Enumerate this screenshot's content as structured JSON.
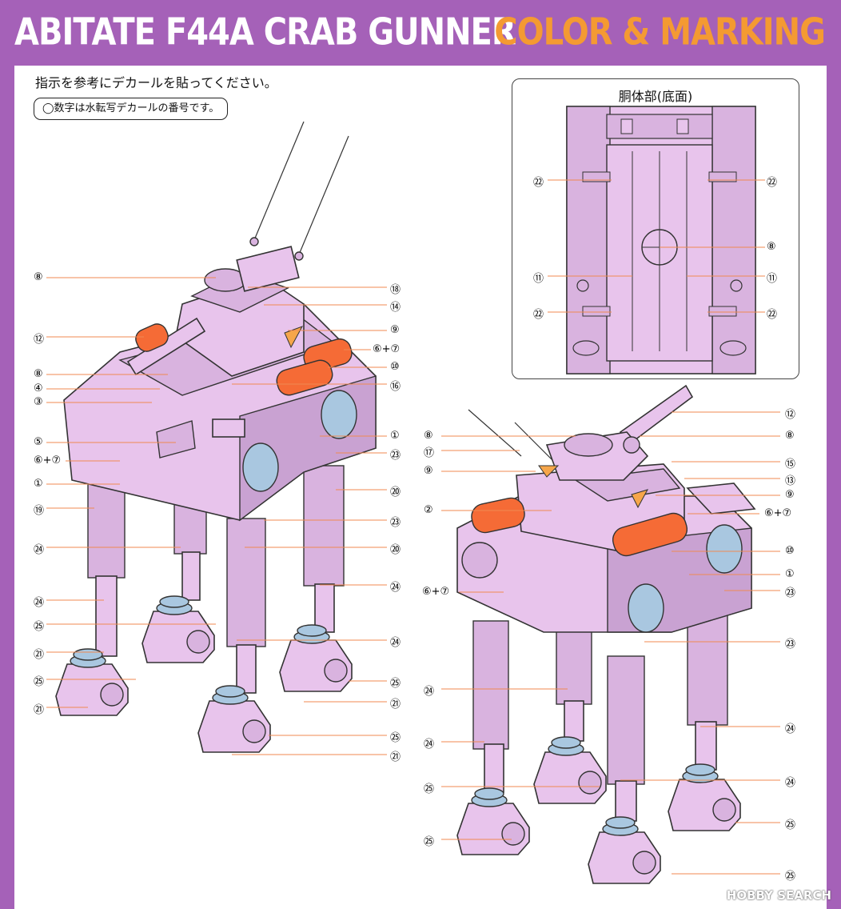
{
  "header": {
    "title": "ABITATE F44A CRAB GUNNER",
    "subtitle": "COLOR & MARKING"
  },
  "instructions": {
    "main": "指示を参考にデカールを貼ってください。",
    "note": "◯数字は水転写デカールの番号です。"
  },
  "inset": {
    "title": "胴体部(底面)",
    "labels": [
      "㉒",
      "㉒",
      "⑧",
      "⑪",
      "⑪",
      "㉒",
      "㉒"
    ]
  },
  "left_view": {
    "left_labels": [
      "⑧",
      "⑫",
      "⑧",
      "④",
      "③",
      "⑤",
      "⑥+⑦",
      "①",
      "⑲",
      "㉔",
      "㉔",
      "㉕",
      "㉑",
      "㉕",
      "㉑"
    ],
    "right_labels": [
      "⑱",
      "⑭",
      "⑨",
      "⑥+⑦",
      "⑩",
      "⑯",
      "①",
      "㉓",
      "⑳",
      "㉓",
      "⑳",
      "㉔",
      "㉔",
      "㉕",
      "㉑",
      "㉕",
      "㉑"
    ]
  },
  "right_view": {
    "left_labels": [
      "⑧",
      "⑰",
      "⑨",
      "②",
      "⑥+⑦",
      "㉔",
      "㉔",
      "㉕",
      "㉕"
    ],
    "right_labels": [
      "⑫",
      "⑧",
      "⑮",
      "⑬",
      "⑨",
      "⑥+⑦",
      "⑩",
      "①",
      "㉓",
      "㉓",
      "㉔",
      "㉔",
      "㉕",
      "㉕"
    ]
  },
  "watermark": "HOBBY SEARCH",
  "colors": {
    "header": "#a561b8",
    "body": "#e8c4ec",
    "accent_orange": "#f56b36",
    "leader_line": "#f08a52",
    "subtitle": "#f49a32"
  }
}
